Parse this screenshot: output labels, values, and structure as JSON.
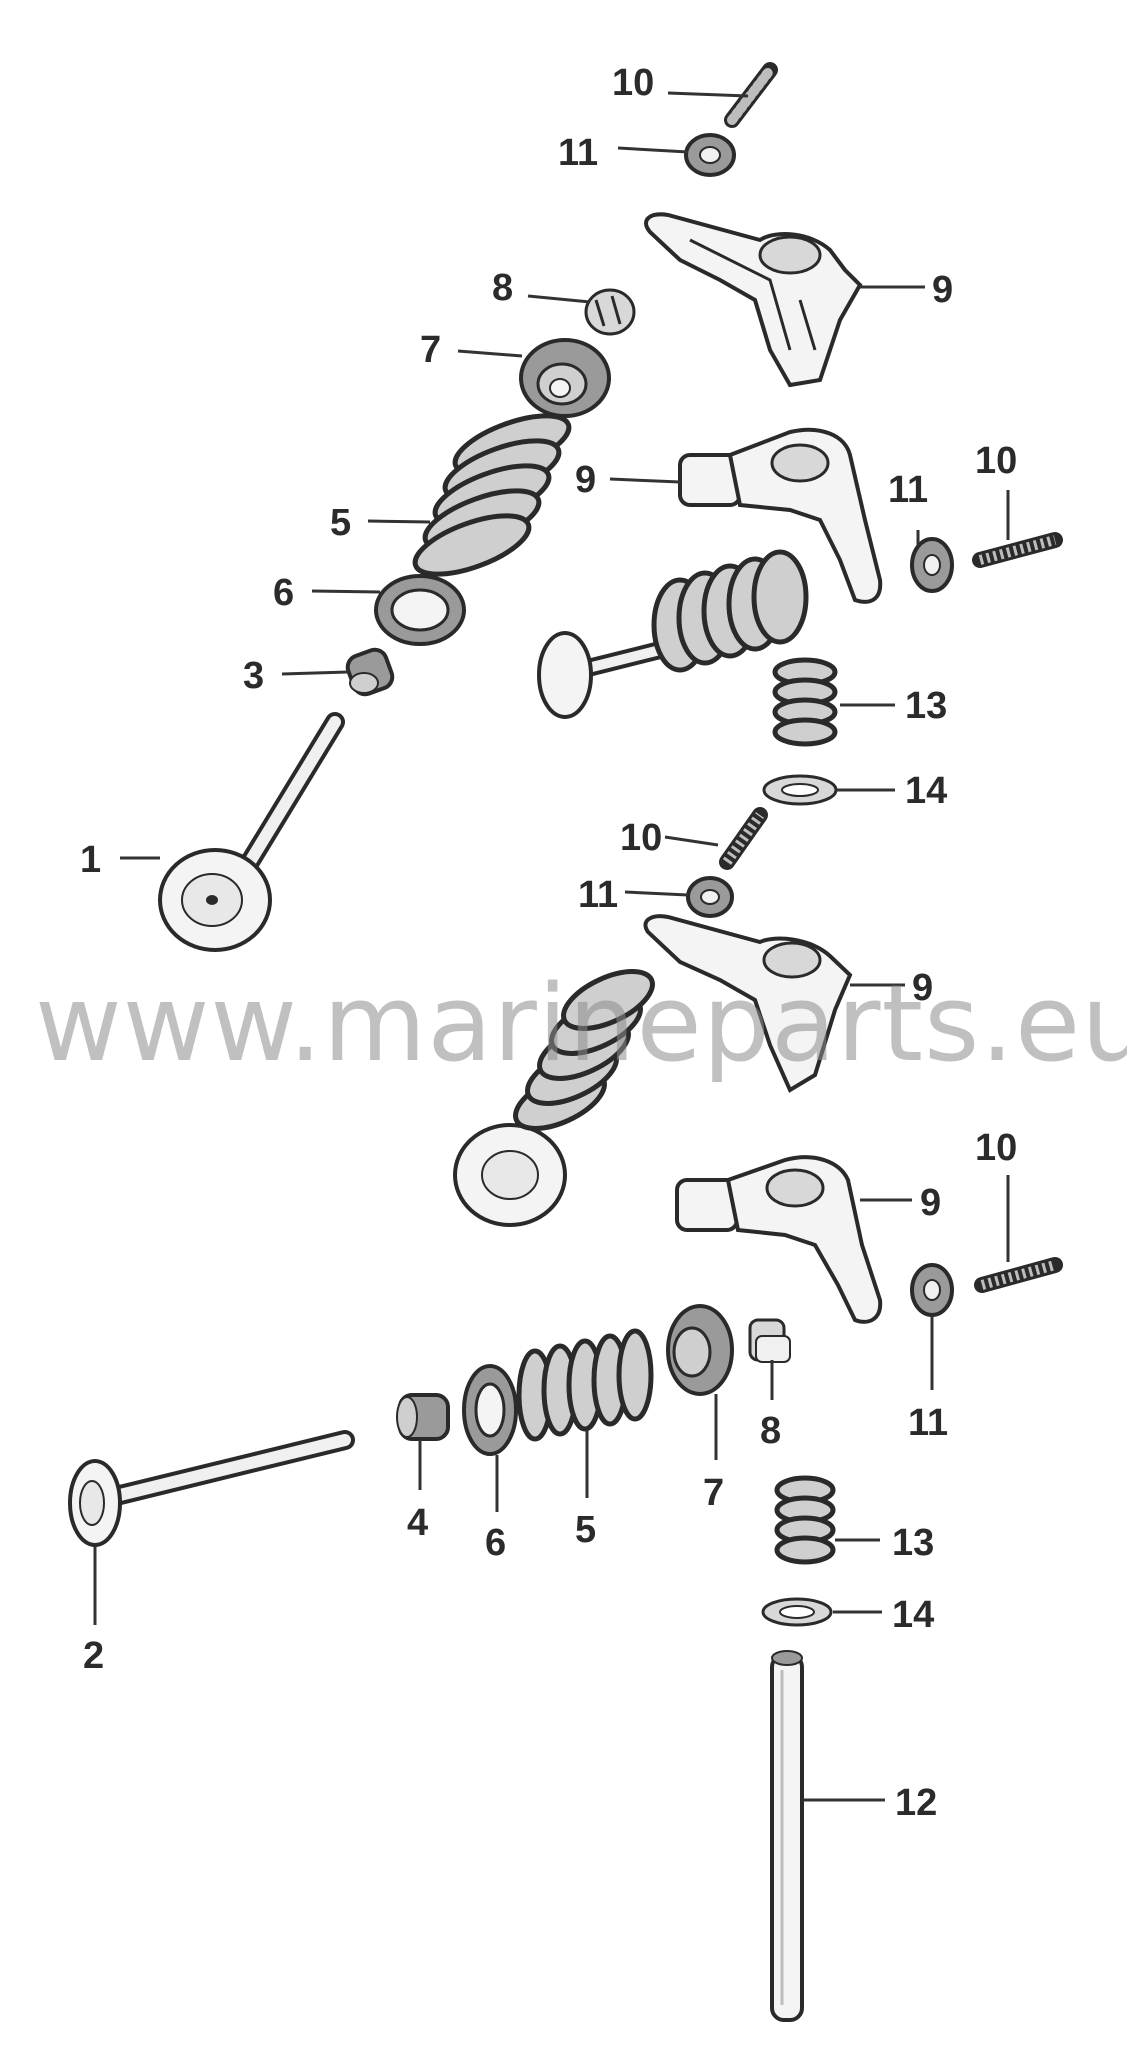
{
  "watermark": "www.marineparts.eu",
  "callouts": {
    "c1": "1",
    "c2": "2",
    "c3": "3",
    "c4": "4",
    "c5a": "5",
    "c5b": "5",
    "c6a": "6",
    "c6b": "6",
    "c7a": "7",
    "c7b": "7",
    "c8a": "8",
    "c8b": "8",
    "c9a": "9",
    "c9b": "9",
    "c9c": "9",
    "c9d": "9",
    "c10a": "10",
    "c10b": "10",
    "c10c": "10",
    "c10d": "10",
    "c11a": "11",
    "c11b": "11",
    "c11c": "11",
    "c11d": "11",
    "c12": "12",
    "c13a": "13",
    "c13b": "13",
    "c14a": "14",
    "c14b": "14"
  }
}
